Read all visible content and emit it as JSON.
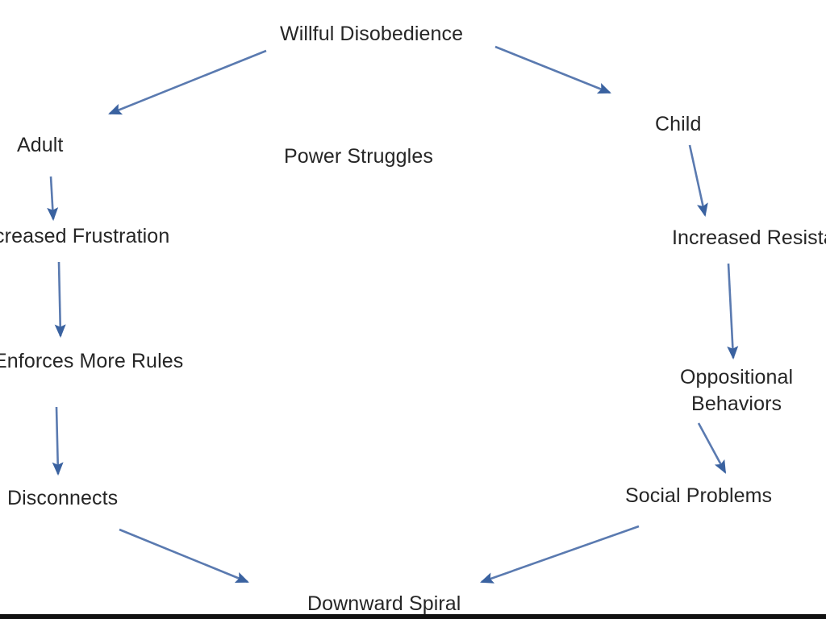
{
  "diagram": {
    "title": "Power Struggles",
    "type": "cycle-flow-diagram",
    "background_color": "#ffffff",
    "text_color": "#262626",
    "arrow_color": "#4472a8",
    "nodes": [
      {
        "id": "willful-disobedience",
        "label": "Willful Disobedience"
      },
      {
        "id": "power-struggles",
        "label": "Power Struggles"
      },
      {
        "id": "adult",
        "label": "Adult"
      },
      {
        "id": "child",
        "label": "Child"
      },
      {
        "id": "increased-frustration",
        "label": "Increased Frustration"
      },
      {
        "id": "increased-resistance",
        "label": "Increased Resistance"
      },
      {
        "id": "enforces-more-rules",
        "label": "Enforces More Rules"
      },
      {
        "id": "oppositional-behaviors",
        "label_line1": "Oppositional",
        "label_line2": "Behaviors"
      },
      {
        "id": "disconnects",
        "label": "Disconnects"
      },
      {
        "id": "social-problems",
        "label": "Social Problems"
      },
      {
        "id": "downward-spiral",
        "label": "Downward Spiral"
      }
    ],
    "edges": [
      {
        "from": "willful-disobedience",
        "to": "adult"
      },
      {
        "from": "willful-disobedience",
        "to": "child"
      },
      {
        "from": "adult",
        "to": "increased-frustration"
      },
      {
        "from": "child",
        "to": "increased-resistance"
      },
      {
        "from": "increased-frustration",
        "to": "enforces-more-rules"
      },
      {
        "from": "increased-resistance",
        "to": "oppositional-behaviors"
      },
      {
        "from": "enforces-more-rules",
        "to": "disconnects"
      },
      {
        "from": "oppositional-behaviors",
        "to": "social-problems"
      },
      {
        "from": "disconnects",
        "to": "downward-spiral"
      },
      {
        "from": "social-problems",
        "to": "downward-spiral"
      }
    ]
  }
}
